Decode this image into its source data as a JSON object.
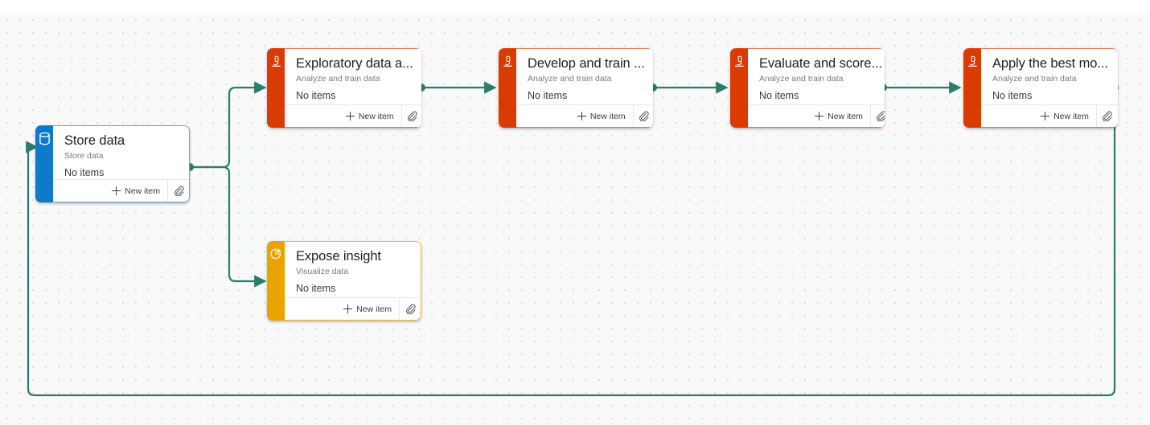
{
  "canvas": {
    "background": "#f9f9f9",
    "grid_dot_color": "#8bd0be",
    "edge_color": "#२"
  },
  "theme": {
    "edge_color": "#2a7d68",
    "red": "#da3b01",
    "blue": "#0f7ac8",
    "yellow": "#eaa300",
    "title_color": "#201f1e",
    "subtitle_color": "#7a7a7a"
  },
  "nodes": [
    {
      "id": "store-data",
      "title": "Store data",
      "subtitle": "Store data",
      "items_label": "No items",
      "new_item_label": "New item",
      "icon": "database-icon",
      "accent": "#0f7ac8"
    },
    {
      "id": "exploratory-data-analysis",
      "title": "Exploratory data a...",
      "subtitle": "Analyze and train data",
      "items_label": "No items",
      "new_item_label": "New item",
      "icon": "microscope-icon",
      "accent": "#da3b01"
    },
    {
      "id": "develop-and-train",
      "title": "Develop and train ...",
      "subtitle": "Analyze and train data",
      "items_label": "No items",
      "new_item_label": "New item",
      "icon": "microscope-icon",
      "accent": "#da3b01"
    },
    {
      "id": "evaluate-and-score",
      "title": "Evaluate and score...",
      "subtitle": "Analyze and train data",
      "items_label": "No items",
      "new_item_label": "New item",
      "icon": "microscope-icon",
      "accent": "#da3b01"
    },
    {
      "id": "apply-the-best-model",
      "title": "Apply the best mo...",
      "subtitle": "Analyze and train data",
      "items_label": "No items",
      "new_item_label": "New item",
      "icon": "microscope-icon",
      "accent": "#da3b01"
    },
    {
      "id": "expose-insight",
      "title": "Expose insight",
      "subtitle": "Visualize data",
      "items_label": "No items",
      "new_item_label": "New item",
      "icon": "pie-chart-icon",
      "accent": "#eaa300"
    }
  ]
}
